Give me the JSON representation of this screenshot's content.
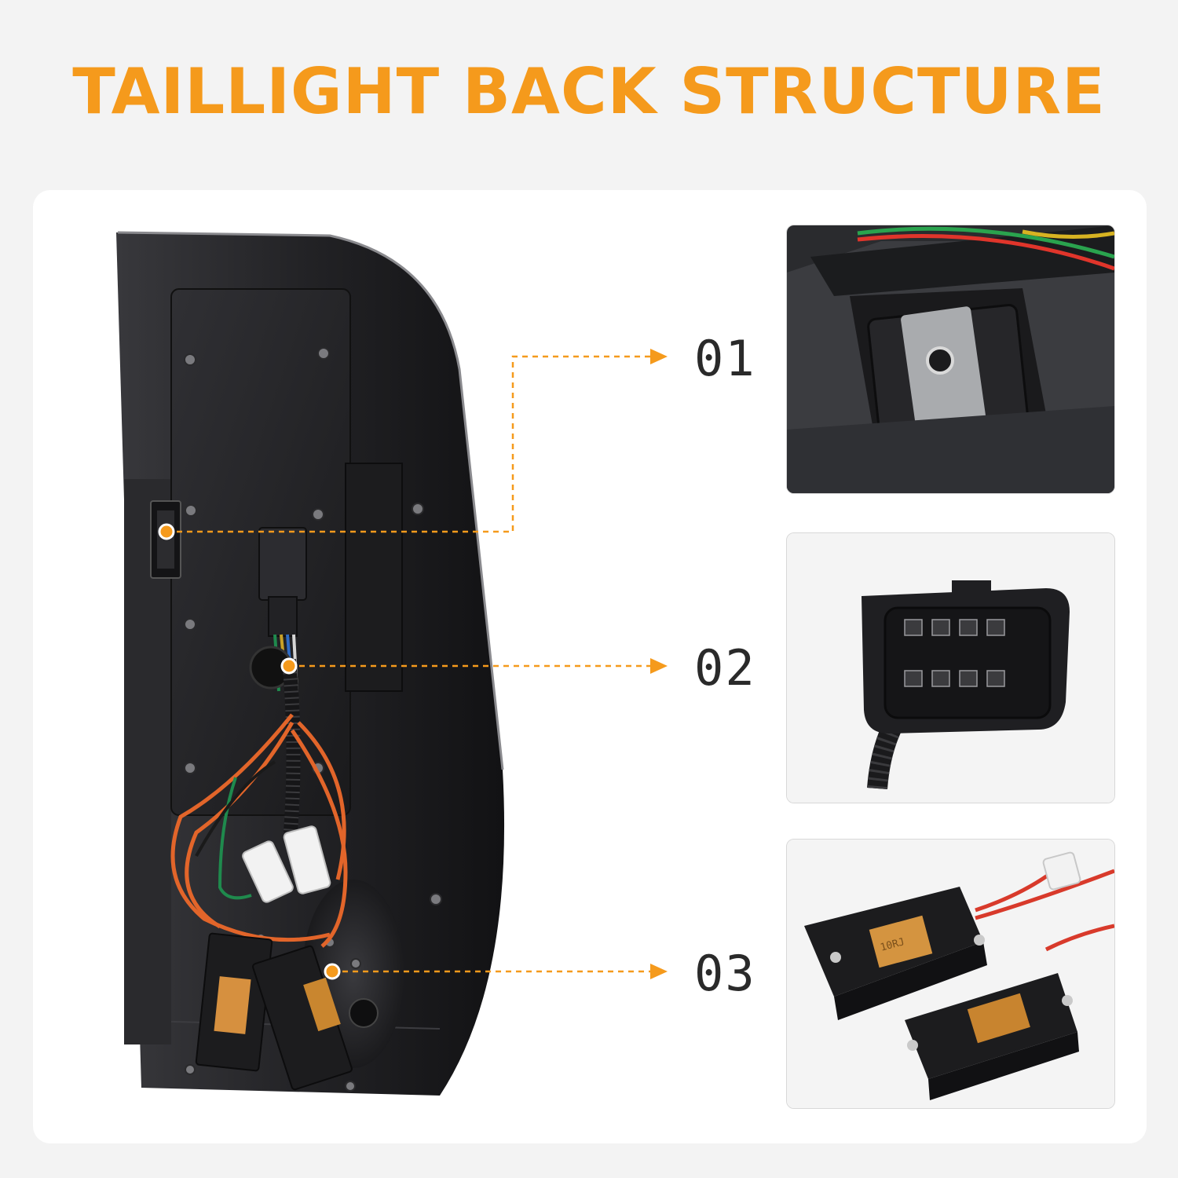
{
  "title": "TAILLIGHT BACK STRUCTURE",
  "colors": {
    "accent": "#f59a1c",
    "background": "#f3f3f3",
    "card": "#ffffff",
    "housing": "#1e1e20",
    "label": "#2a2a2a"
  },
  "callouts": [
    {
      "label": "01",
      "part": "mounting clip"
    },
    {
      "label": "02",
      "part": "wiring connector"
    },
    {
      "label": "03",
      "part": "load resistor"
    }
  ],
  "resistor_marking": "10RJ"
}
